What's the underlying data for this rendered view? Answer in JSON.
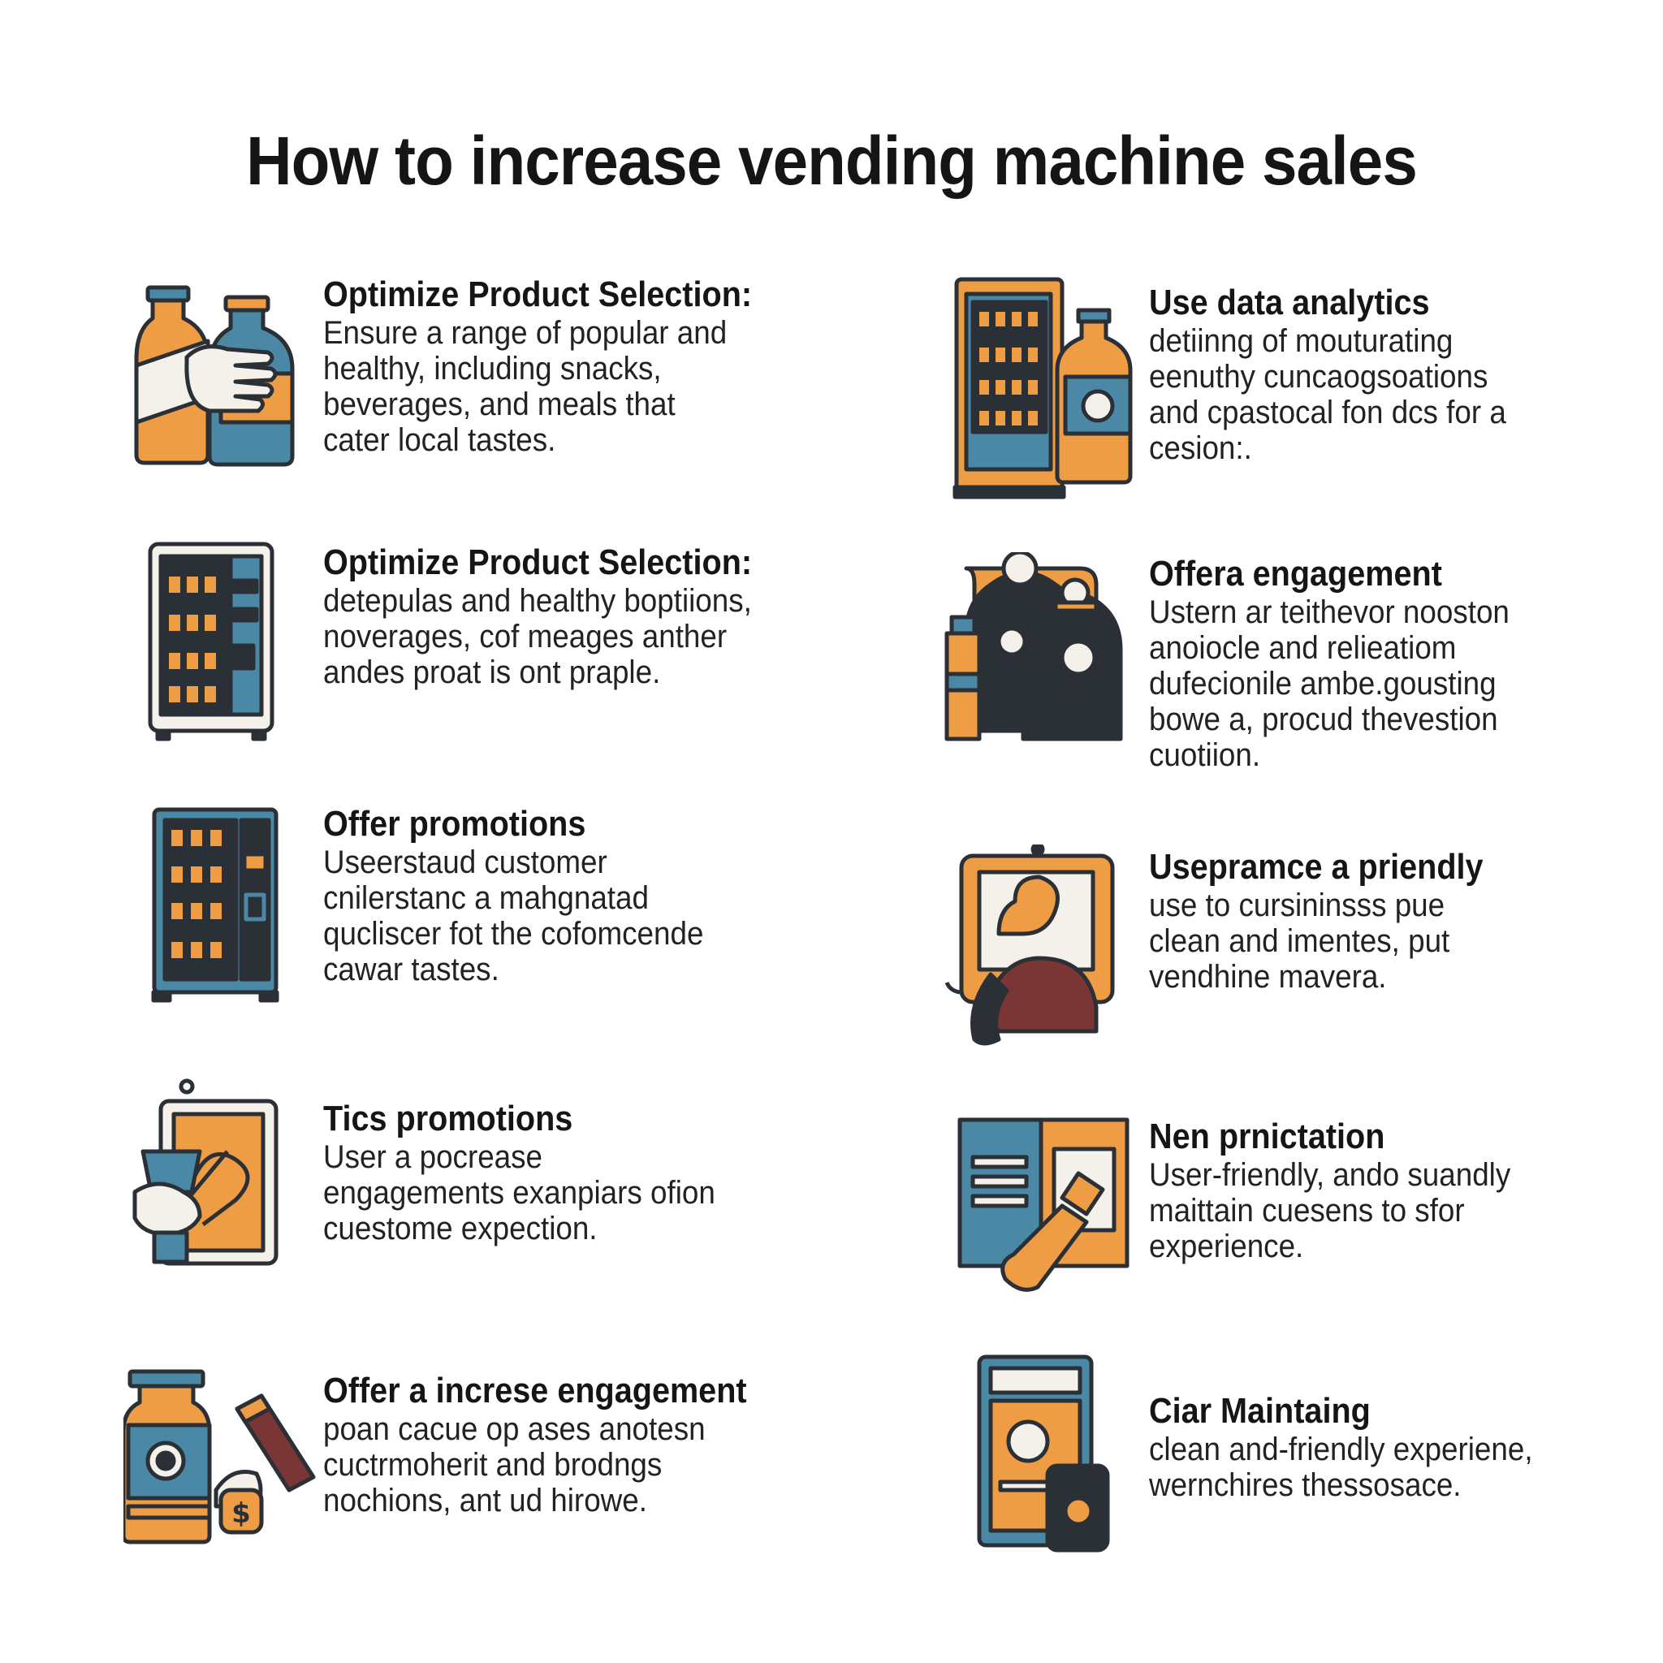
{
  "title": "How to increase vending machine sales",
  "left_column": [
    {
      "heading": "Optimize Product Selection:",
      "body": "Ensure a range of popular and healthy,  including snacks, beverages, and meals that cater local tastes.",
      "icon": "bottles-hand-icon"
    },
    {
      "heading": "Optimize Product Selection:",
      "body": "detepulas and healthy boptiions, noverages, cof meages anther andes proat is ont praple.",
      "icon": "vending-machine-icon"
    },
    {
      "heading": "Offer promotions",
      "body": "Useerstaud customer cnilerstanc a mahgnatad qucliscer fot the cofomcende cawar tastes.",
      "icon": "vending-machine-blue-icon"
    },
    {
      "heading": "Tics promotions",
      "body": "User a pocrease engagements exanpiars ofion cuestome expection.",
      "icon": "tablet-cup-icon"
    },
    {
      "heading": "Offer a increse engagement",
      "body": "poan cacue op ases anotesn cuctrmoherit and brodngs nochions, ant ud hirowe.",
      "icon": "bottle-payment-icon"
    }
  ],
  "right_column": [
    {
      "heading": "Use data analytics",
      "body": "detiinng of mouturating eenuthy cuncaogsoations and cpastocal fon dcs for a cesion:.",
      "icon": "vending-machine-bottle-icon"
    },
    {
      "heading": "Offera engagement",
      "body": "Ustern ar teithevor nooston anoiocle and relieatiom dufecionile ambe.gousting bowe a, procud thevestion cuotiion.",
      "icon": "bottles-group-icon"
    },
    {
      "heading": "Usepramce a priendly",
      "body": "use to cursininsss pue clean and imentes, put vendhine mavera.",
      "icon": "person-screen-icon"
    },
    {
      "heading": "Nen prnictation",
      "body": "User-friendly, ando suandly maittain cuesens to sfor experience.",
      "icon": "book-bottle-icon"
    },
    {
      "heading": "Ciar Maintaing",
      "body": "clean and-friendly experiene, wernchires thessosace.",
      "icon": "phone-smiley-icon"
    }
  ],
  "colors": {
    "orange": "#ee9d45",
    "blue": "#4a88a6",
    "dark": "#2b2f36",
    "cream": "#f4f1ea",
    "maroon": "#7a3535"
  }
}
